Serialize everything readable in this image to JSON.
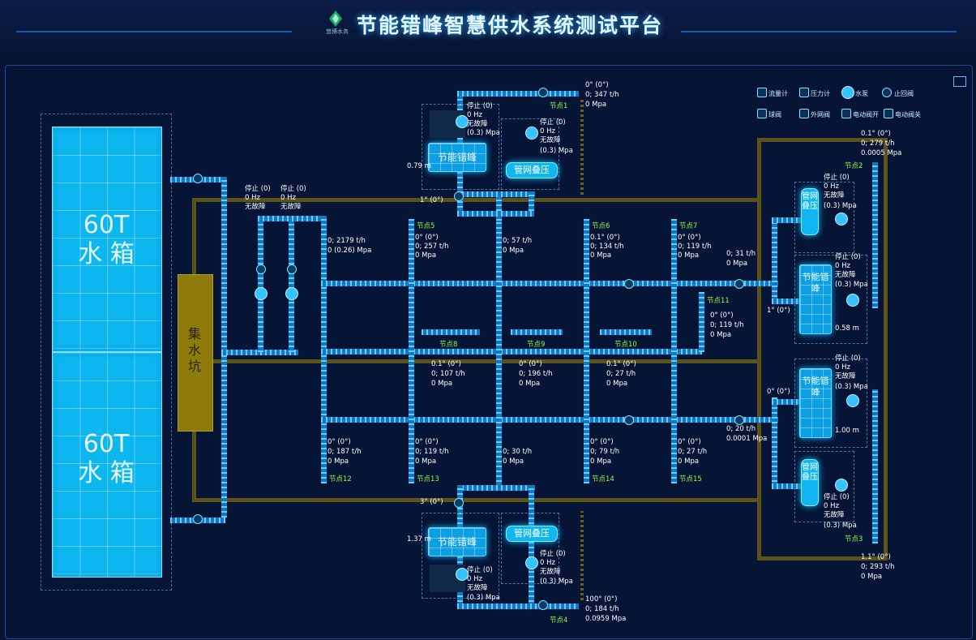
{
  "header": {
    "title": "节能错峰智慧供水系统测试平台",
    "logo_text": "悠博水务"
  },
  "legend": [
    "流量计",
    "压力计",
    "水泵",
    "止回阀",
    "球阀",
    "外网阀",
    "电动阀开",
    "电动阀关"
  ],
  "tanks": [
    {
      "label": "60T\n水 箱"
    },
    {
      "label": "60T\n水 箱"
    }
  ],
  "pit": "集\n水\n坑",
  "pumps_left": [
    {
      "status": "停止 (0)",
      "hz": "0 Hz",
      "fault": "无故障"
    },
    {
      "status": "停止 (0)",
      "hz": "0 Hz",
      "fault": "无故障"
    }
  ],
  "main_flow": {
    "flow": "0; 2179 t/h",
    "pressure": "0 (0.26) Mpa"
  },
  "top_unit": {
    "pump": {
      "status": "停止 (0)",
      "hz": "0 Hz",
      "fault": "无故障",
      "pressure": "(0.3) Mpa"
    },
    "tank_label": "节能错峰",
    "tank_level": "0.79 m",
    "booster": {
      "label": "管网叠压",
      "status": "停止 (0)",
      "hz": "0 Hz",
      "fault": "无故障",
      "pressure": "(0.3) Mpa"
    },
    "valve": "1° (0°)"
  },
  "bottom_unit": {
    "pump": {
      "status": "停止 (0)",
      "hz": "0 Hz",
      "fault": "无故障",
      "pressure": "(0.3) Mpa"
    },
    "tank_label": "节能错峰",
    "tank_level": "1.37 m",
    "booster": {
      "label": "管网叠压",
      "status": "停止 (0)",
      "hz": "0 Hz",
      "fault": "无故障",
      "pressure": "(0.3) Mpa"
    },
    "valve": "3° (0°)"
  },
  "right_top_unit": {
    "booster": {
      "label": "管网叠压",
      "status": "停止 (0)",
      "hz": "0 Hz",
      "fault": "无故障",
      "pressure": "(0.3) Mpa"
    },
    "tank": {
      "label": "节能错峰",
      "status": "停止 (0)",
      "hz": "0 Hz",
      "fault": "无故障",
      "pressure": "(0.3) Mpa",
      "level": "0.58 m"
    },
    "valve": "1° (0°)"
  },
  "right_bottom_unit": {
    "tank": {
      "label": "节能错峰",
      "status": "停止 (0)",
      "hz": "0 Hz",
      "fault": "无故障",
      "pressure": "(0.3) Mpa",
      "level": "1.00 m"
    },
    "booster": {
      "label": "管网叠压",
      "status": "停止 (0)",
      "hz": "0 Hz",
      "fault": "无故障",
      "pressure": "(0.3) Mpa"
    },
    "valve": "0° (0°)"
  },
  "nodes": {
    "n1": {
      "label": "节点1",
      "a": "0° (0°)",
      "b": "0; 347 t/h",
      "c": "0 Mpa"
    },
    "n2": {
      "label": "节点2",
      "a": "0.1° (0°)",
      "b": "0; 279 t/h",
      "c": "0.0005 Mpa"
    },
    "n3": {
      "label": "节点3",
      "a": "1.1° (0°)",
      "b": "0; 293 t/h",
      "c": "0 Mpa"
    },
    "n4": {
      "label": "节点4",
      "a": "100° (0°)",
      "b": "0; 184 t/h",
      "c": "0.0959 Mpa"
    },
    "n5": {
      "label": "节点5",
      "a": "0° (0°)",
      "b": "0; 257 t/h",
      "c": "0 Mpa"
    },
    "n6": {
      "label": "节点6",
      "a": "0.1° (0°)",
      "b": "0; 134 t/h",
      "c": "0 Mpa"
    },
    "n7": {
      "label": "节点7",
      "a": "0° (0°)",
      "b": "0; 119 t/h",
      "c": "0 Mpa"
    },
    "n8": {
      "label": "节点8",
      "a": "0.1° (0°)",
      "b": "0; 107 t/h",
      "c": "0 Mpa"
    },
    "n9": {
      "label": "节点9",
      "a": "0° (0°)",
      "b": "0; 196 t/h",
      "c": "0 Mpa"
    },
    "n10": {
      "label": "节点10",
      "a": "0.1° (0°)",
      "b": "0; 27 t/h",
      "c": "0 Mpa"
    },
    "n11": {
      "label": "节点11",
      "a": "0° (0°)",
      "b": "0; 119 t/h",
      "c": "0 Mpa"
    },
    "n12": {
      "label": "节点12",
      "a": "0° (0°)",
      "b": "0; 187 t/h",
      "c": "0 Mpa"
    },
    "n13": {
      "label": "节点13",
      "a": "0° (0°)",
      "b": "0; 119 t/h",
      "c": "0 Mpa"
    },
    "n14": {
      "label": "节点14",
      "a": "0° (0°)",
      "b": "0; 79 t/h",
      "c": "0 Mpa"
    },
    "n15": {
      "label": "节点15",
      "a": "0° (0°)",
      "b": "0; 27 t/h",
      "c": "0 Mpa"
    }
  },
  "meters": {
    "m_mid_top": {
      "b": "0; 57 t/h",
      "c": "0 Mpa"
    },
    "m_mid_bot": {
      "b": "0; 30 t/h",
      "c": "0 Mpa"
    },
    "m_right_top": {
      "b": "0; 31 t/h",
      "c": "0 Mpa"
    },
    "m_right_bot": {
      "b": "0; 20 t/h",
      "c": "0.0001 Mpa"
    }
  }
}
